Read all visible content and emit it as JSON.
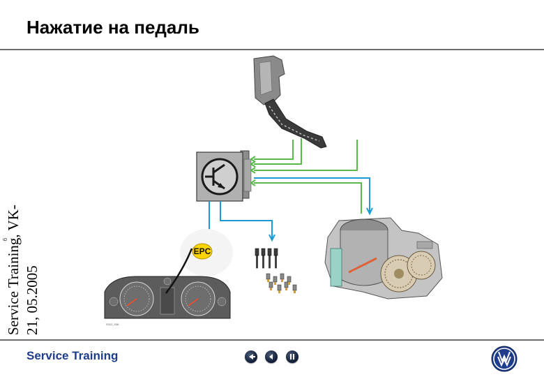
{
  "slide": {
    "title": "Нажатие на педаль",
    "page_number": "6"
  },
  "sidebar": {
    "vertical_text": "Service Training, VK-21, 05.2005"
  },
  "diagram": {
    "epc_label": "EPC"
  },
  "footer": {
    "label": "Service Training",
    "nav": {
      "first_icon": "rewind-icon",
      "prev_icon": "back-arrow-icon",
      "pause_icon": "pause-icon"
    },
    "logo_icon": "vw-logo-icon"
  },
  "colors": {
    "title_text": "#000000",
    "footer_text": "#1e3c8c",
    "rule": "#6b6b6b",
    "wire_green": "#58b948",
    "wire_blue": "#1a9ad6",
    "epc_yellow": "#ffd400"
  }
}
